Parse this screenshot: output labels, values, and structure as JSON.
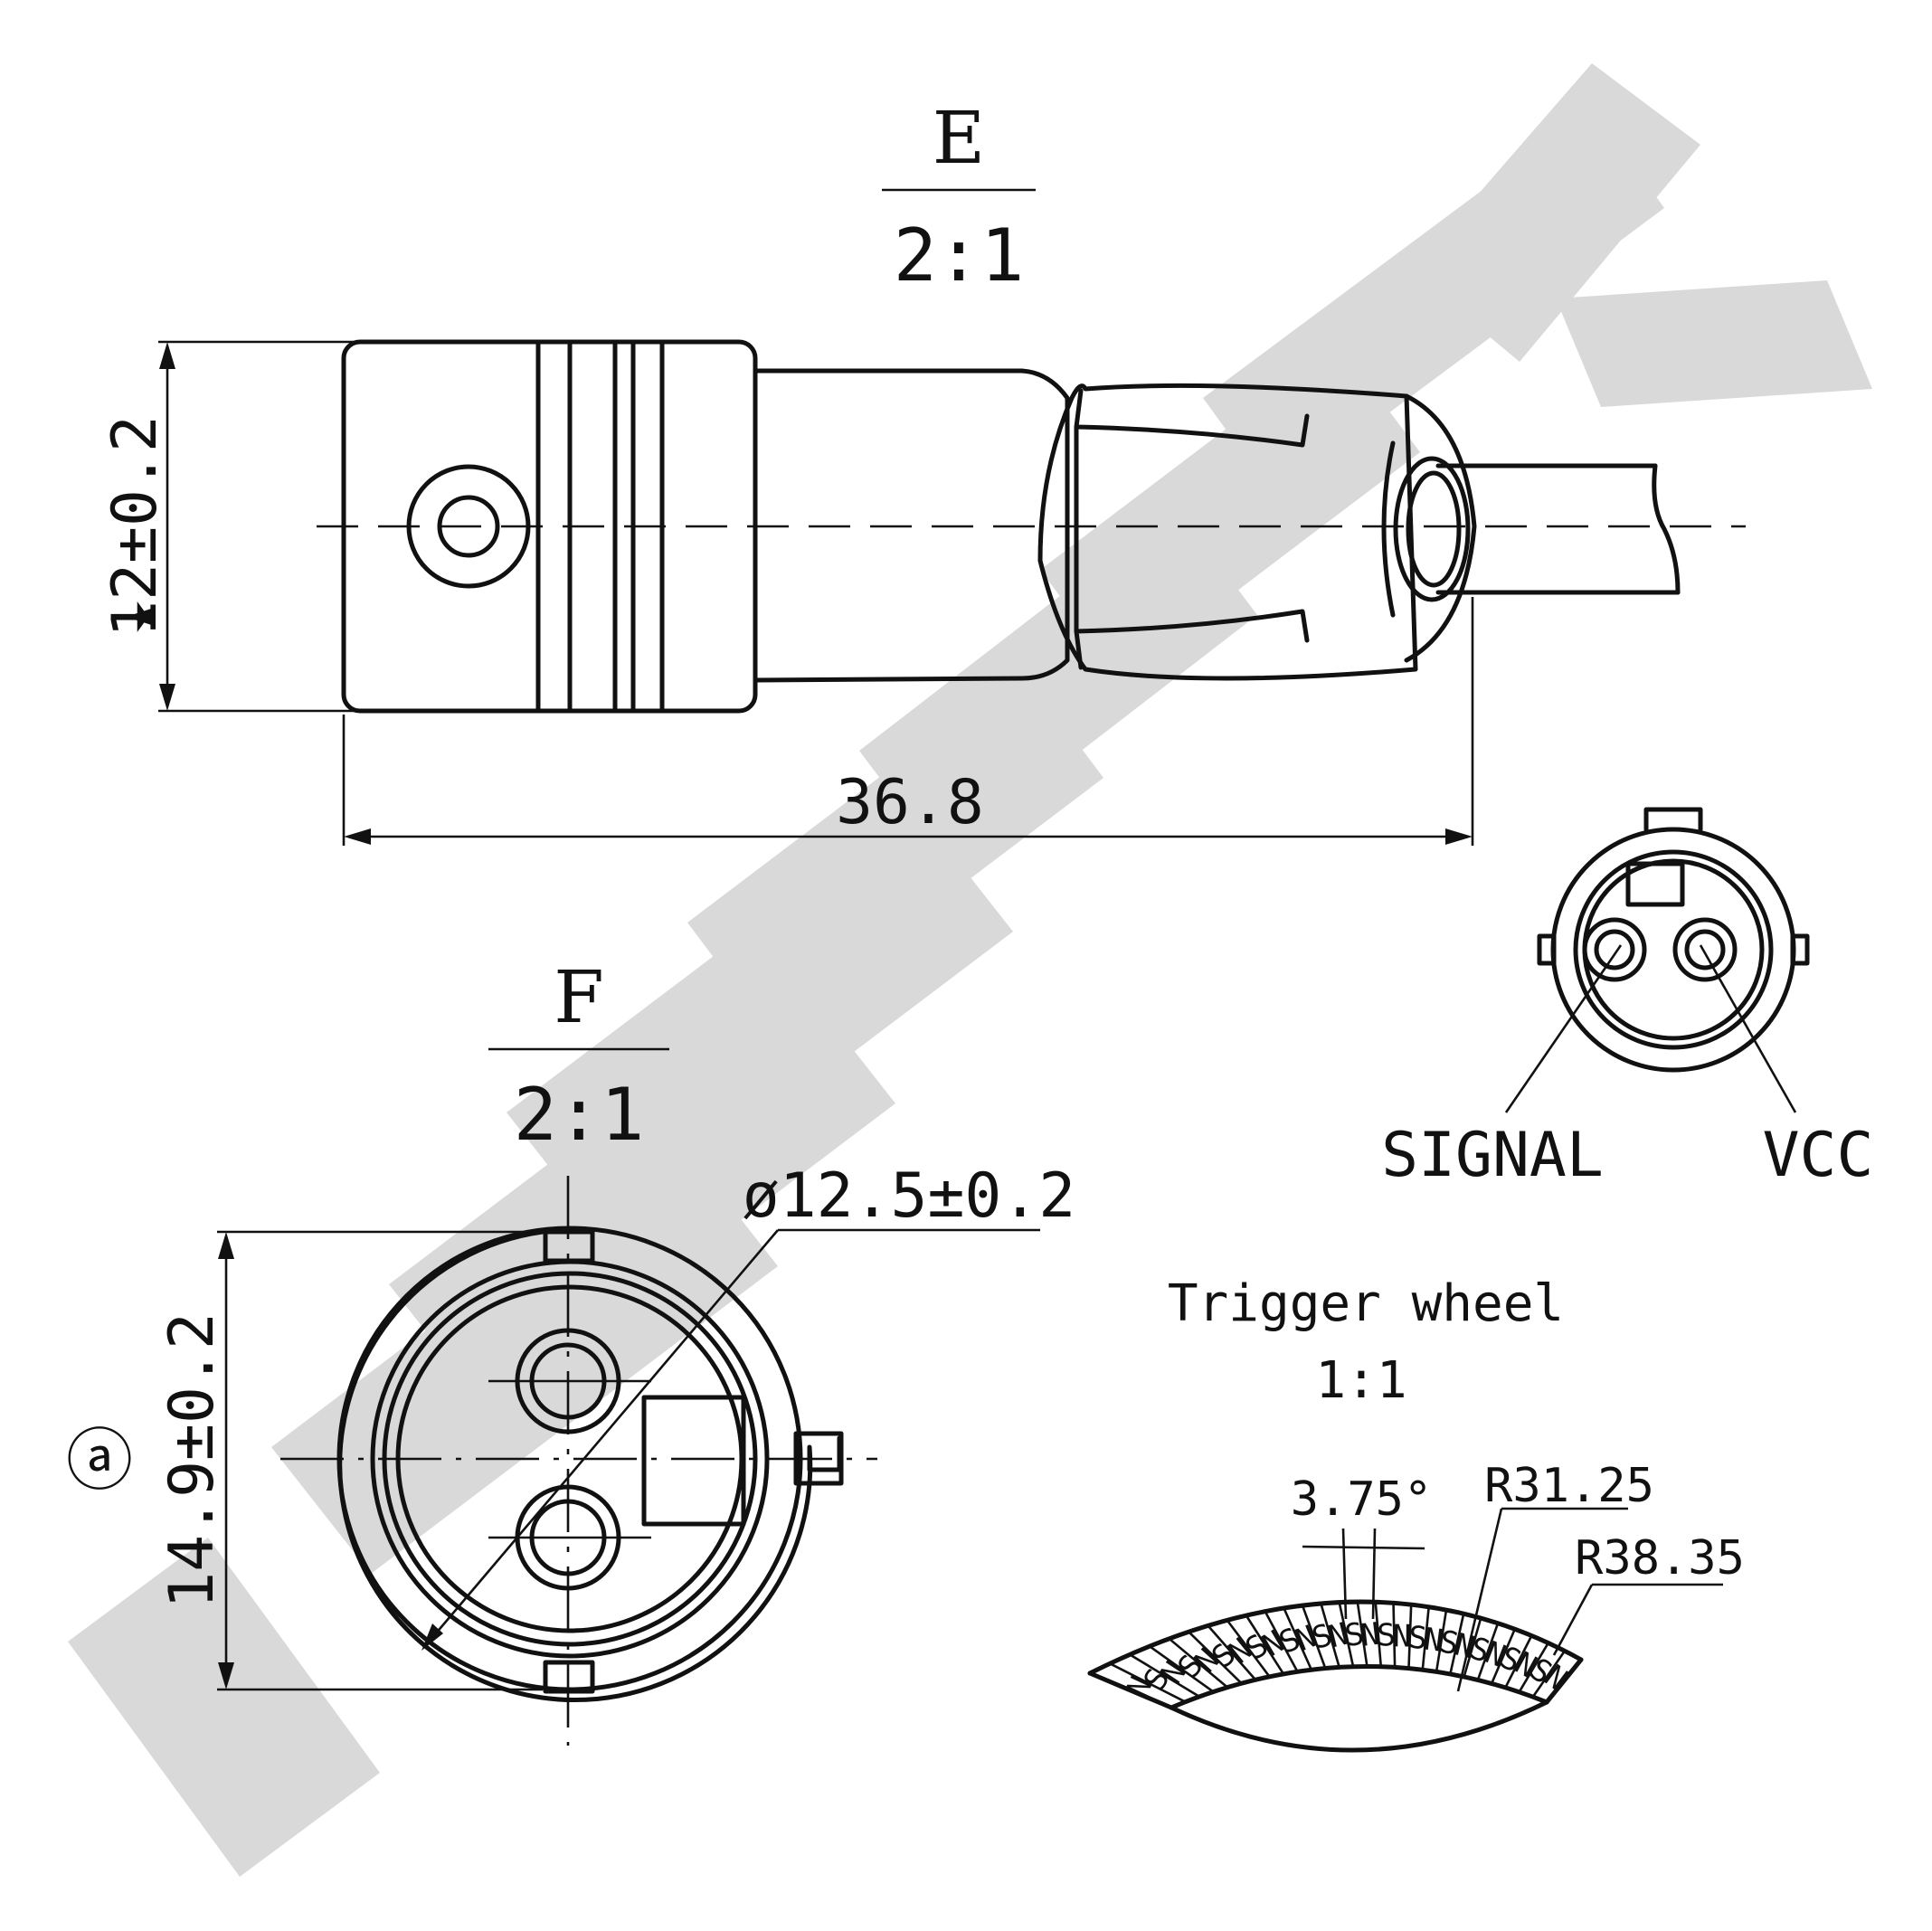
{
  "watermark": {
    "color": "#d9d9d9"
  },
  "view_e": {
    "letter": "E",
    "scale": "2:1"
  },
  "view_f": {
    "letter": "F",
    "scale": "2:1"
  },
  "dims": {
    "height": "12±0.2",
    "height_mark": "★",
    "length": "36.8",
    "flange_height": "14.9±0.2",
    "flange_mark": "ⓐ",
    "diameter": "ø12.5±0.2"
  },
  "pins": {
    "signal": "SIGNAL",
    "vcc": "VCC"
  },
  "trigger": {
    "title": "Trigger wheel",
    "scale": "1:1",
    "angle": "3.75°",
    "inner_radius": "R31.25",
    "outer_radius": "R38.35",
    "poles": [
      "N",
      "S",
      "N",
      "S",
      "N",
      "S",
      "N",
      "S",
      "N",
      "S",
      "N",
      "S",
      "N",
      "S",
      "N",
      "S",
      "N",
      "S",
      "N",
      "S",
      "N",
      "S",
      "N",
      "S",
      "N",
      "S",
      "N"
    ]
  }
}
